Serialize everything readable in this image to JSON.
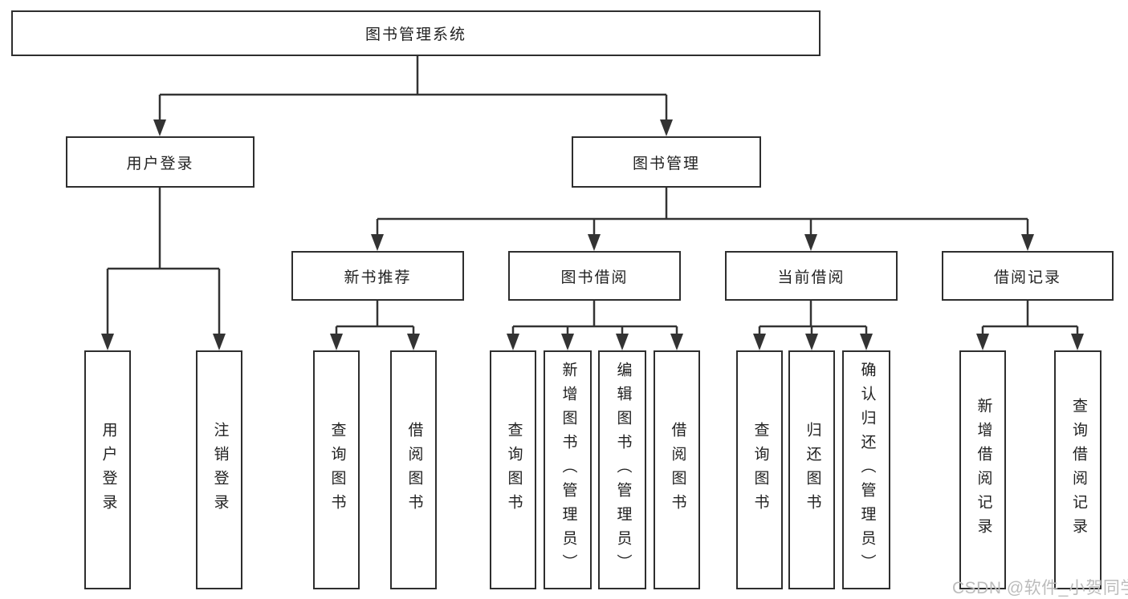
{
  "root": {
    "label": "图书管理系统"
  },
  "level2": [
    {
      "label": "用户登录"
    },
    {
      "label": "图书管理"
    }
  ],
  "level3": [
    {
      "label": "新书推荐"
    },
    {
      "label": "图书借阅"
    },
    {
      "label": "当前借阅"
    },
    {
      "label": "借阅记录"
    }
  ],
  "leaves": [
    {
      "label": "用户登录"
    },
    {
      "label": "注销登录"
    },
    {
      "label": "查询图书"
    },
    {
      "label": "借阅图书"
    },
    {
      "label": "查询图书"
    },
    {
      "label": "新增图书（管理员）"
    },
    {
      "label": "编辑图书（管理员）"
    },
    {
      "label": "借阅图书"
    },
    {
      "label": "查询图书"
    },
    {
      "label": "归还图书"
    },
    {
      "label": "确认归还（管理员）"
    },
    {
      "label": "新增借阅记录"
    },
    {
      "label": "查询借阅记录"
    }
  ],
  "watermark": {
    "text": "CSDN @软件_小贺同学"
  },
  "colors": {
    "line": "#333333",
    "border": "#2e2e2e",
    "fill": "#ffffff",
    "text": "#222222",
    "watermark": "#bcbcbc",
    "background": "#ffffff"
  }
}
